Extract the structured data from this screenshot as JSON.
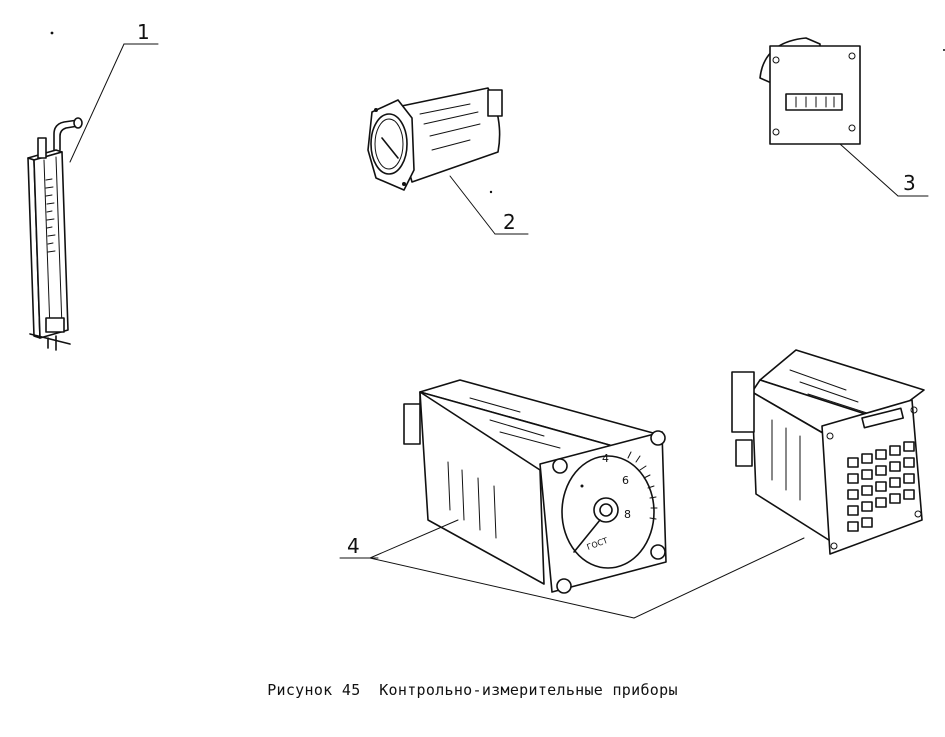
{
  "figure": {
    "callouts": [
      "1",
      "2",
      "3",
      "4"
    ],
    "caption": {
      "prefix": "Рисунок",
      "number": "45",
      "title": "Контрольно-измерительные приборы"
    },
    "instrument_4a_dial_numbers": [
      "4",
      "6",
      "8"
    ],
    "instrument_4a_brand": "ГОСТ"
  }
}
